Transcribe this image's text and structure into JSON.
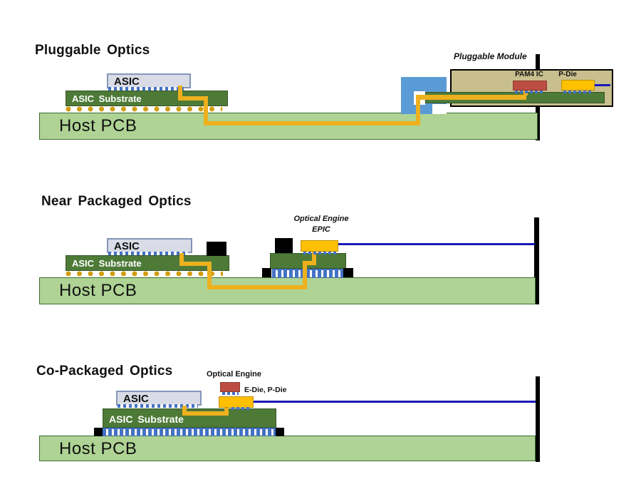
{
  "sections": [
    {
      "title": "Pluggable Optics",
      "asic_label": "ASIC",
      "substrate_label": "ASIC Substrate",
      "pcb_label": "Host PCB",
      "module": {
        "label": "Pluggable Module",
        "pam4_label": "PAM4 IC",
        "pdie_label": "P-Die"
      }
    },
    {
      "title": "Near Packaged Optics",
      "asic_label": "ASIC",
      "substrate_label": "ASIC Substrate",
      "pcb_label": "Host PCB",
      "engine": {
        "label": "Optical Engine",
        "sub_label": "EPIC"
      }
    },
    {
      "title": "Co-Packaged Optics",
      "asic_label": "ASIC",
      "substrate_label": "ASIC Substrate",
      "pcb_label": "Host PCB",
      "engine": {
        "label": "Optical Engine",
        "dies_label": "E-Die, P-Die"
      }
    }
  ],
  "colors": {
    "asic_fill": "#d9dce6",
    "asic_border": "#8496b8",
    "substrate_green": "#4e7a38",
    "pcb_green": "#aed394",
    "solder_dot_orange": "#d29d0e",
    "trace_yellow": "#edb01e",
    "module_tan": "#c9bf8e",
    "die_red": "#bc4d42",
    "die_yellow": "#ffc000",
    "cage_blue": "#5b9bd5",
    "fiber_navy": "#1a1ab8",
    "microbump_blue": "#4472c4"
  }
}
